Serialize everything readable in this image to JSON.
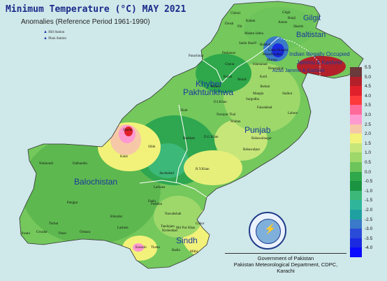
{
  "title": "Minimum Temperature (°C) MAY 2021",
  "subtitle": "Anomalies (Reference Period 1961-1990)",
  "legend_key": {
    "hill_station": "Hill Station",
    "plain_station": "Plain Station",
    "marker_icon": "blue-triangle-icon"
  },
  "regions": {
    "gilgit_baltistan": [
      "Gilgit",
      "Baltistan"
    ],
    "kashmir_iiojk": [
      "Indian Illegally Occupied",
      "Jammu & Kashmir"
    ],
    "kashmir_ajk": "Azad Jammu & Kashmir",
    "kp": [
      "Khyber",
      "Pakhtunkhwa"
    ],
    "punjab": "Punjab",
    "balochistan": "Balochistan",
    "sindh": "Sindh"
  },
  "cities": [
    "Chitral",
    "Gilgit",
    "Bunji",
    "Astore",
    "Skardu",
    "Dir",
    "Kalam",
    "Saidu Sharif",
    "Malam Jabba",
    "Drosh",
    "Parachinar",
    "Peshawar",
    "Cherat",
    "Kohat",
    "Islamabad",
    "Murree",
    "Balakot",
    "Garhi Dupatta",
    "Muzaffarabad",
    "Rawalakot",
    "Kotli",
    "Jhelum",
    "Mangla",
    "Sialkot",
    "Lahore",
    "Sargodha",
    "Faisalabad",
    "D.I.Khan",
    "Bannu",
    "Zhob",
    "Quetta",
    "Kalat",
    "Sibbi",
    "Barkhan",
    "D.G.Khan",
    "Multan",
    "Bahawalnagar",
    "Bahawalpur",
    "R.Y.Khan",
    "Jacobabad",
    "Larkana",
    "Dadu",
    "Padidan",
    "Nawabshah",
    "Hyderabad",
    "Karachi",
    "Thatta",
    "Badin",
    "Mithi",
    "Chhor",
    "Nokkundi",
    "Dalbandin",
    "Panjgur",
    "Turbat",
    "Pasni",
    "Gwadar",
    "Jiwani",
    "Ormara",
    "Lasbela",
    "Khuzdar",
    "Mir Pur Khas",
    "Tandojam",
    "Noorpur Thal",
    "Murid"
  ],
  "colorbar": {
    "ticks": [
      "5.5",
      "5.0",
      "4.5",
      "4.0",
      "3.5",
      "3.0",
      "2.5",
      "2.0",
      "1.5",
      "1.0",
      "0.5",
      "0.0",
      "-0.5",
      "-1.0",
      "-1.5",
      "-2.0",
      "-2.5",
      "-3.0",
      "-3.5",
      "-4.0"
    ],
    "colors": [
      "#6b3a3a",
      "#b3202a",
      "#e0202a",
      "#ff3a3a",
      "#ff6a9a",
      "#ff9ad0",
      "#f6c8a8",
      "#f2f27a",
      "#c6e67a",
      "#9ed86a",
      "#6cc45a",
      "#2ea84a",
      "#1a9440",
      "#3cb878",
      "#2fb69a",
      "#1fa0a0",
      "#3a7ac8",
      "#2a4ad8",
      "#1a2ae0",
      "#0a0aff"
    ]
  },
  "credit": [
    "Government of Pakistan",
    "Pakistan Meteorological Department, CDPC, Karachi"
  ]
}
